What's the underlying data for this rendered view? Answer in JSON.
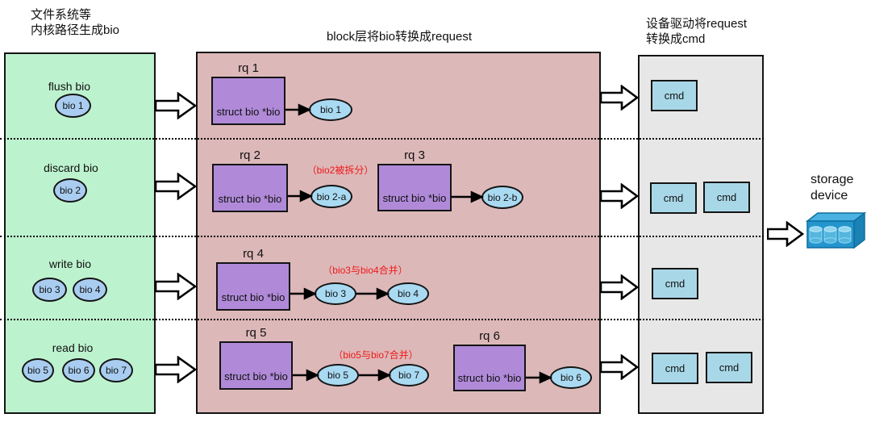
{
  "titles": {
    "left": "文件系统等\n内核路径生成bio",
    "center": "block层将bio转换成request",
    "right": "设备驱动将request\n转换成cmd"
  },
  "left_panel": {
    "rows": [
      {
        "label": "flush bio",
        "bios": [
          "bio 1"
        ]
      },
      {
        "label": "discard bio",
        "bios": [
          "bio 2"
        ]
      },
      {
        "label": "write bio",
        "bios": [
          "bio 3",
          "bio 4"
        ]
      },
      {
        "label": "read bio",
        "bios": [
          "bio 5",
          "bio 6",
          "bio 7"
        ]
      }
    ]
  },
  "block_panel": {
    "requests": [
      {
        "name": "rq 1",
        "struct": "struct bio *bio",
        "bios": [
          "bio 1"
        ]
      },
      {
        "name": "rq 2",
        "struct": "struct bio *bio",
        "bios": [
          "bio 2-a"
        ]
      },
      {
        "name": "rq 3",
        "struct": "struct bio *bio",
        "bios": [
          "bio 2-b"
        ]
      },
      {
        "name": "rq 4",
        "struct": "struct bio *bio",
        "bios": [
          "bio 3",
          "bio 4"
        ]
      },
      {
        "name": "rq 5",
        "struct": "struct bio *bio",
        "bios": [
          "bio 5",
          "bio 7"
        ]
      },
      {
        "name": "rq 6",
        "struct": "struct bio *bio",
        "bios": [
          "bio 6"
        ]
      }
    ],
    "annotations": [
      "（bio2被拆分）",
      "（bio3与bio4合并）",
      "（bio5与bio7合并）"
    ]
  },
  "driver_panel": {
    "rows": [
      {
        "cmds": [
          "cmd"
        ]
      },
      {
        "cmds": [
          "cmd",
          "cmd"
        ]
      },
      {
        "cmds": [
          "cmd"
        ]
      },
      {
        "cmds": [
          "cmd",
          "cmd"
        ]
      }
    ]
  },
  "storage": {
    "label": "storage\ndevice"
  },
  "colors": {
    "panel_green": "#bdf2cf",
    "panel_pink": "#ddb8b9",
    "panel_gray": "#e7e7e7",
    "rq_purple": "#b08ad8",
    "bio_ellipse_left": "#a9cdf0",
    "bio_ellipse_block": "#a9daf2",
    "cmd_blue": "#a8d8e8",
    "annotation_red": "#f01818",
    "storage_blue": "#2496cd"
  }
}
